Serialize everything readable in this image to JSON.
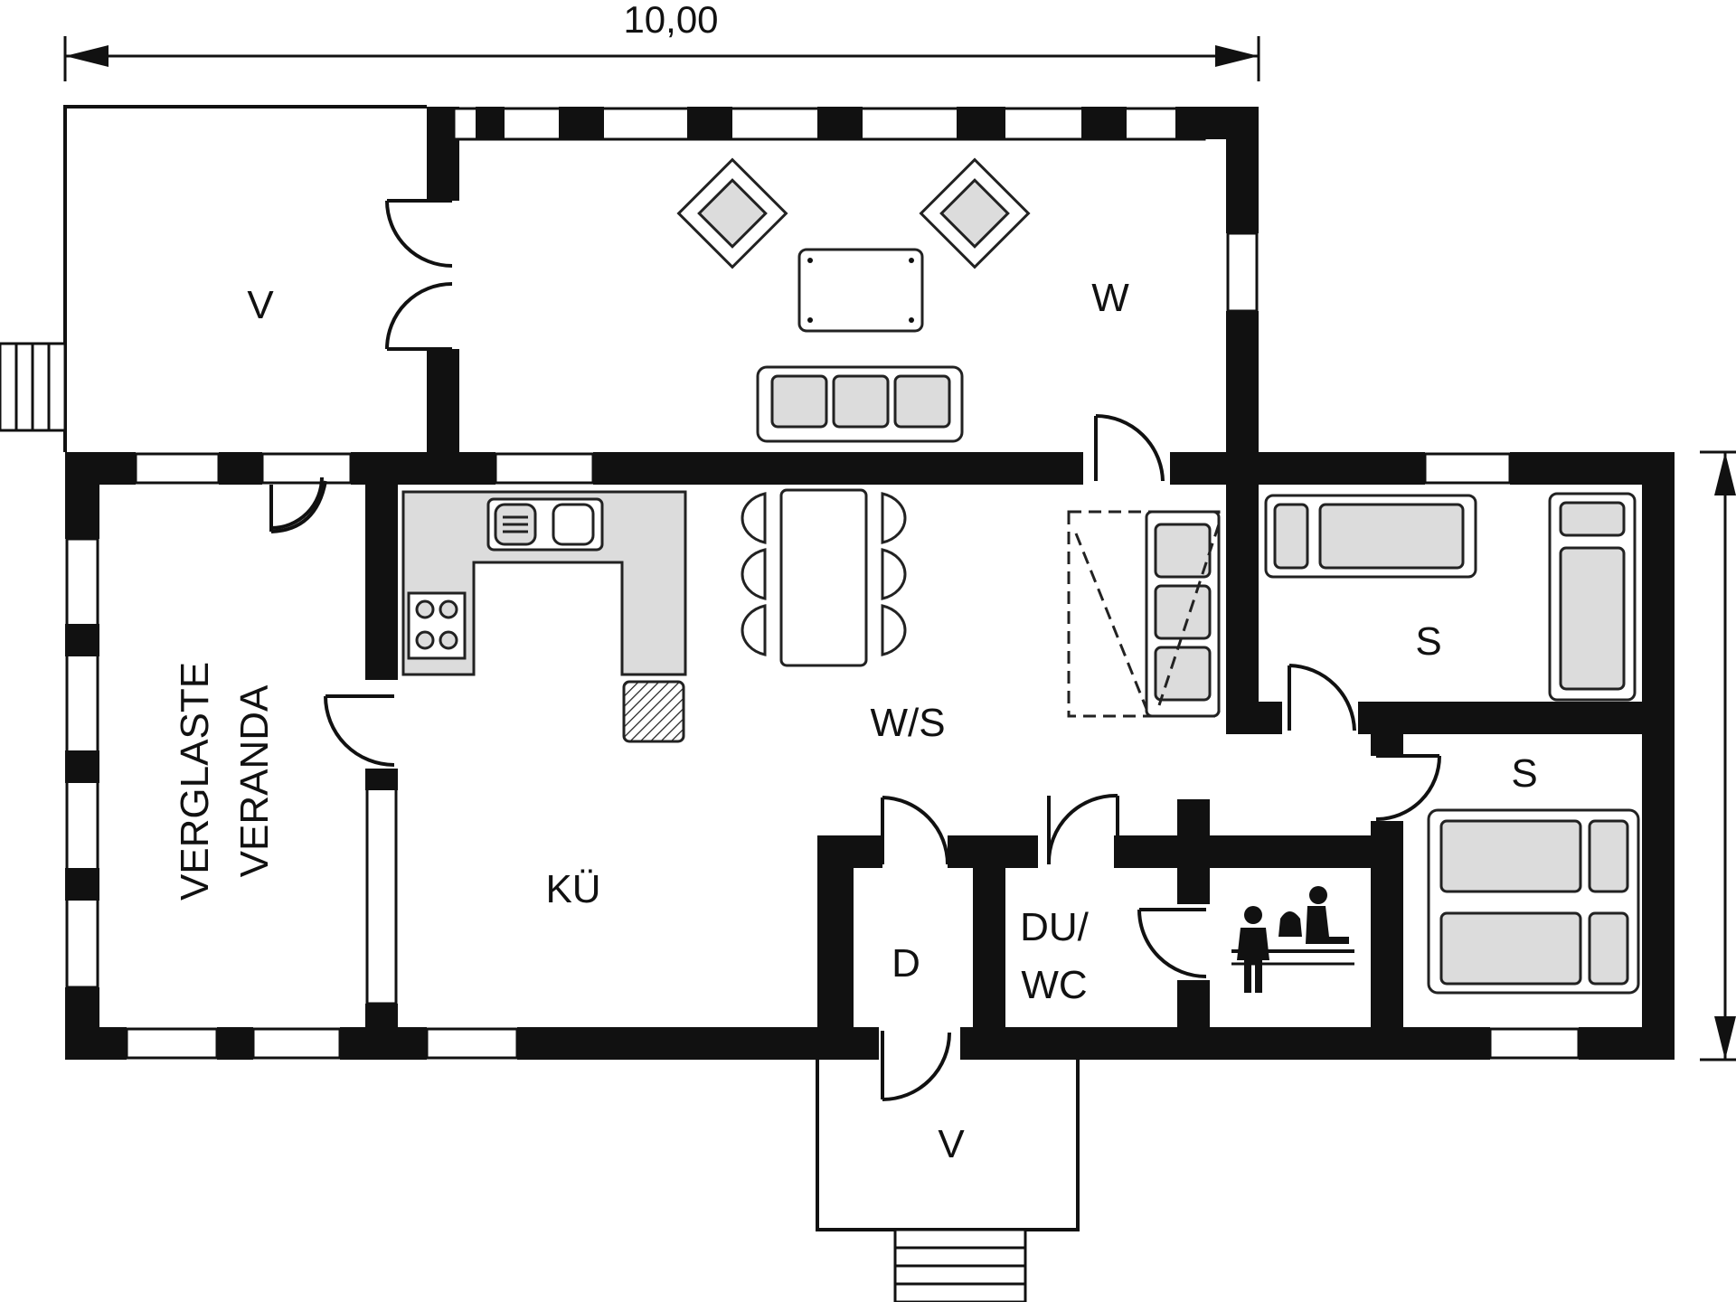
{
  "dimensions": {
    "width_label": "10,00"
  },
  "rooms": {
    "veranda_top": "V",
    "living": "W",
    "glazed_veranda_line1": "VERGLASTE",
    "glazed_veranda_line2": "VERANDA",
    "kitchen": "KÜ",
    "living_sleeping": "W/S",
    "bedroom_1": "S",
    "bedroom_2": "S",
    "shower_line1": "DU/",
    "shower_line2": "WC",
    "storage": "D",
    "veranda_bottom": "V"
  },
  "icons": [
    "sauna-icon",
    "stove-icon",
    "sink-icon",
    "fireplace-icon",
    "stairs-icon"
  ]
}
